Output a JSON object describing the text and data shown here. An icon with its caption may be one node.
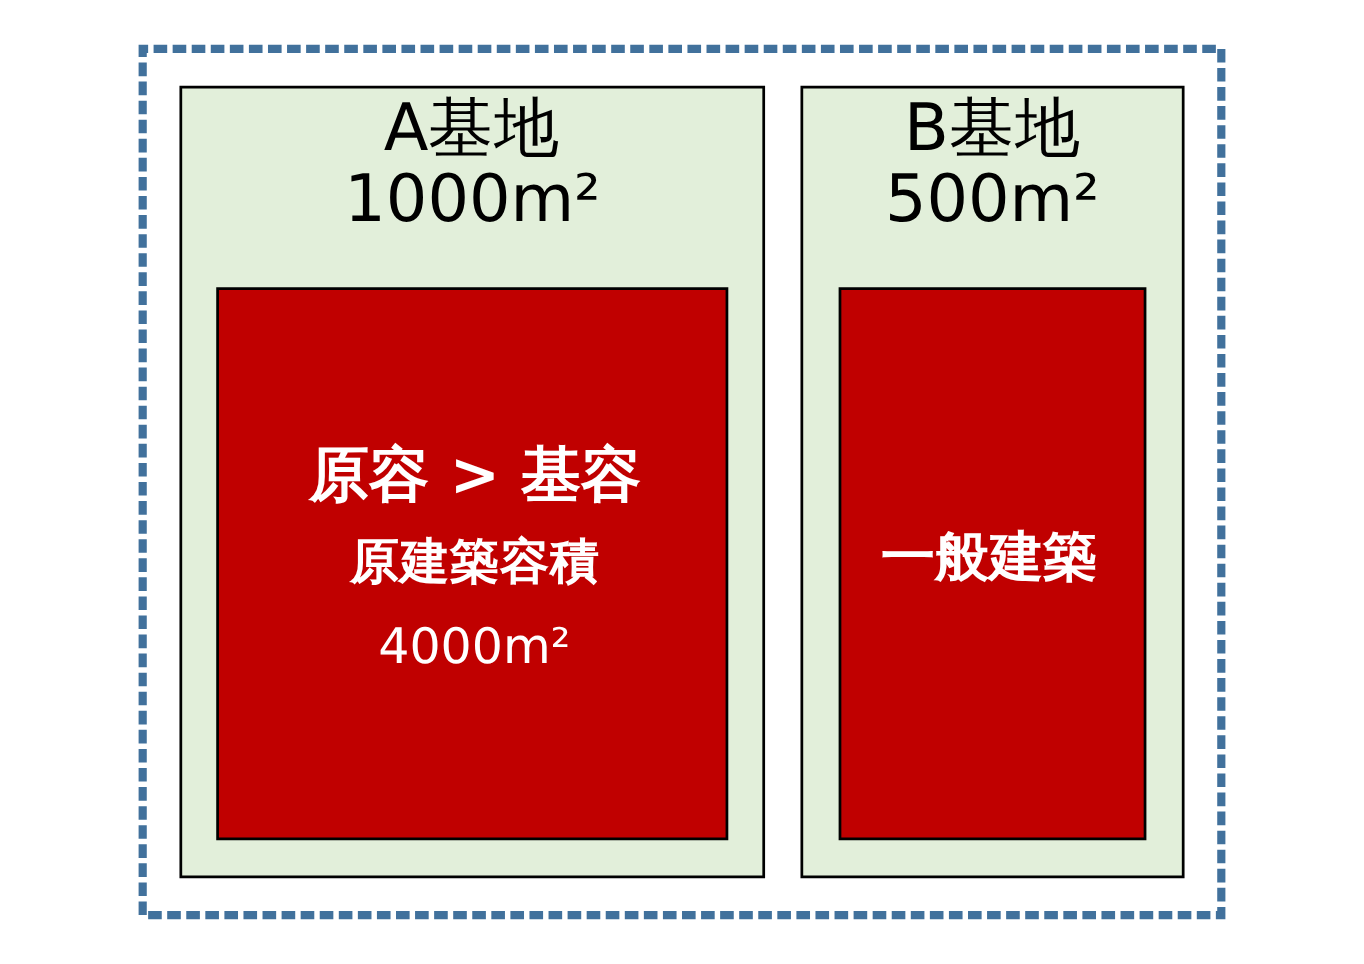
{
  "diagram": {
    "nodes": [
      {
        "text": [],
        "shape": "box"
      },
      {
        "text": [
          "A基地",
          "1000m²"
        ],
        "in": 0
      },
      {
        "text": [
          "原容 > 基容",
          "原建築容積",
          "4000m²"
        ],
        "in": 1
      },
      {
        "text": [
          "B基地",
          "500m²"
        ],
        "in": 0
      },
      {
        "text": [
          "一般建築"
        ],
        "in": 3
      }
    ],
    "edges": []
  }
}
